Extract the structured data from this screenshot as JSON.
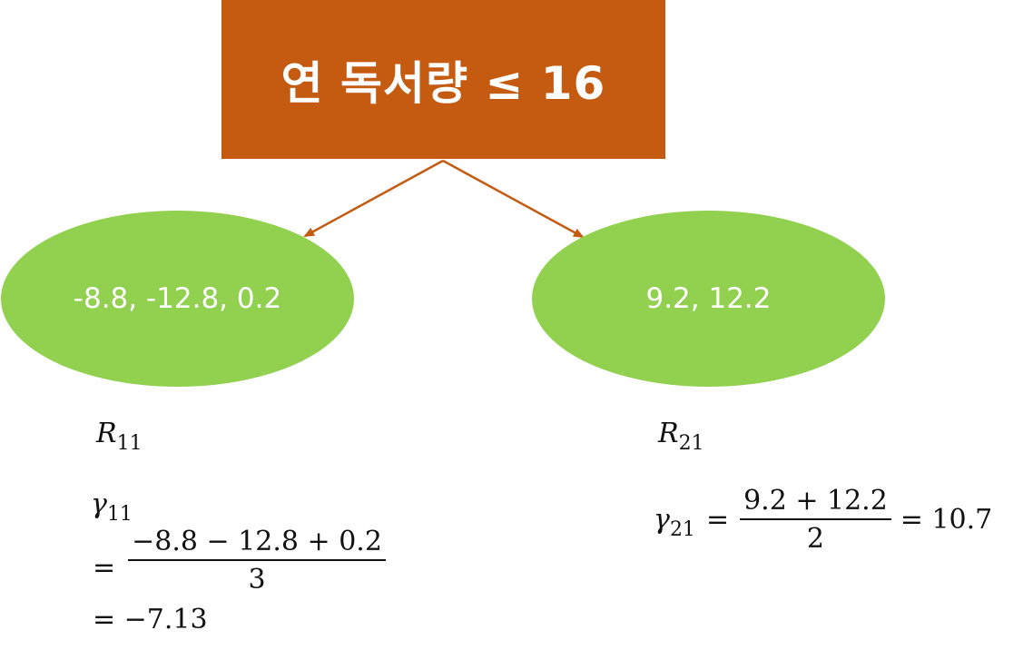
{
  "colors": {
    "root_fill": "#c55a11",
    "leaf_fill": "#92d050",
    "arrow": "#c55a11",
    "leaf_text": "#ffffff",
    "root_text": "#ffffff",
    "math_text": "#111111"
  },
  "root": {
    "label": "연 독서량 ≤ 16"
  },
  "leaves": [
    {
      "values": "-8.8, -12.8, 0.2"
    },
    {
      "values": "9.2, 12.2"
    }
  ],
  "regions": {
    "left": {
      "symbol": "R",
      "subscript": "11"
    },
    "right": {
      "symbol": "R",
      "subscript": "21"
    }
  },
  "gamma_left": {
    "symbol": "γ",
    "subscript": "11",
    "equals": "=",
    "numerator": "−8.8 − 12.8 + 0.2",
    "denominator": "3",
    "result": "= −7.13"
  },
  "gamma_right": {
    "symbol": "γ",
    "subscript": "21",
    "equals": "=",
    "numerator": "9.2 + 12.2",
    "denominator": "2",
    "result": "= 10.7"
  }
}
